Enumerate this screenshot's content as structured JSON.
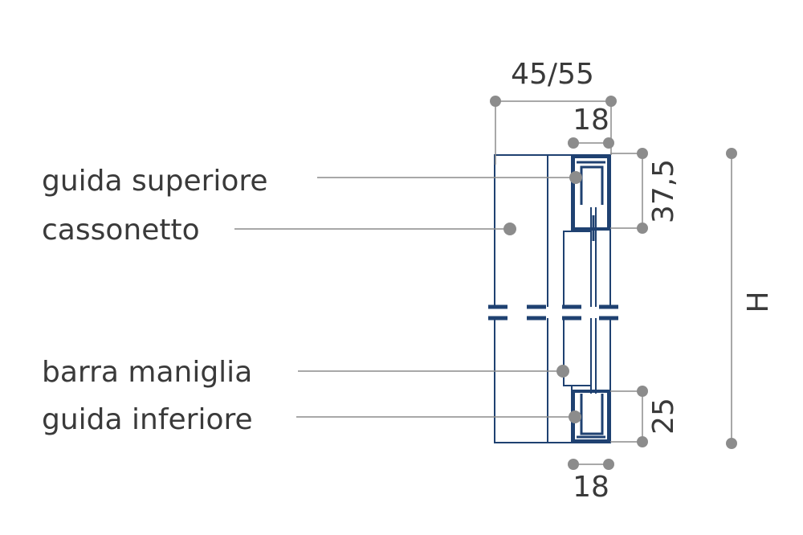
{
  "labels": {
    "guida_superiore": "guida superiore",
    "cassonetto": "cassonetto",
    "barra_maniglia": "barra maniglia",
    "guida_inferiore": "guida inferiore"
  },
  "dimensions": {
    "total_depth": "45/55",
    "guide_top_width": "18",
    "guide_bottom_width": "18",
    "top_height": "37,5",
    "bottom_height": "25",
    "overall_height": "H"
  },
  "colors": {
    "profile": "#1f4171",
    "dimension": "#8c8c8c",
    "text": "#3a3a3a"
  }
}
